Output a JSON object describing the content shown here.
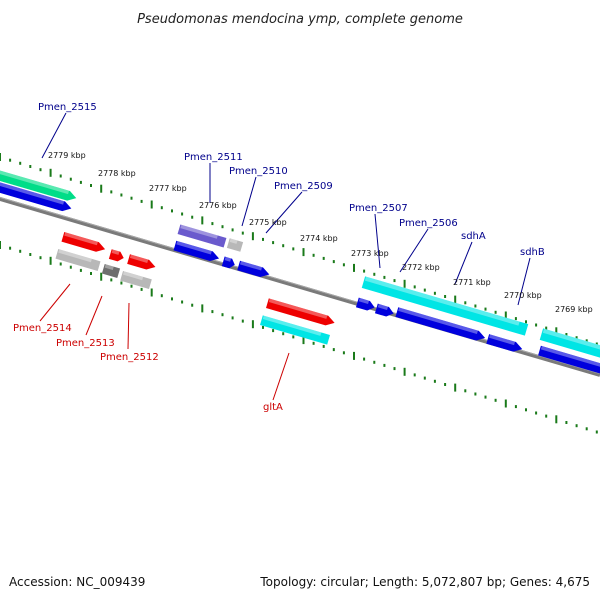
{
  "title": "Pseudomonas mendocina ymp, complete genome",
  "footer": {
    "accession": "Accession: NC_009439",
    "topology": "Topology: circular; Length: 5,072,807 bp; Genes: 4,675"
  },
  "colors": {
    "forward_label": "#00008b",
    "reverse_label": "#cc0000",
    "tick": "#1a7a1a",
    "backbone": "#808080",
    "gene_blue": "#0000dd",
    "gene_cyan": "#00e5e5",
    "gene_red": "#ee0000",
    "gene_green": "#00dd88",
    "gene_slate": "#6a5acd",
    "gene_gray": "#b8b8b8",
    "gene_darkgray": "#6e6e6e"
  },
  "kbp_ticks": [
    "2779 kbp",
    "2778 kbp",
    "2777 kbp",
    "2776 kbp",
    "2775 kbp",
    "2774 kbp",
    "2773 kbp",
    "2772 kbp",
    "2771 kbp",
    "2770 kbp",
    "2769 kbp"
  ],
  "gene_labels_top": [
    "Pmen_2515",
    "Pmen_2511",
    "Pmen_2510",
    "Pmen_2509",
    "Pmen_2507",
    "Pmen_2506",
    "sdhA",
    "sdhB"
  ],
  "gene_labels_bottom": [
    "Pmen_2514",
    "Pmen_2513",
    "Pmen_2512",
    "gltA"
  ]
}
